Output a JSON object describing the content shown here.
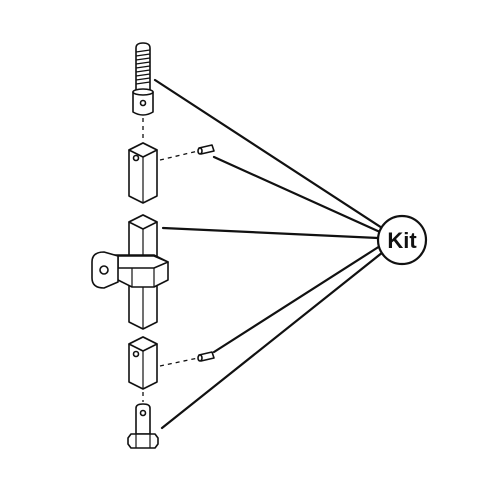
{
  "kit_label": "Kit",
  "colors": {
    "stroke": "#111111",
    "fill": "#ffffff",
    "background": "#ffffff"
  },
  "parts": [
    "threaded-stud",
    "upper-tube",
    "upper-pin",
    "clamp-tube",
    "clamp-bracket",
    "lower-tube",
    "lower-pin",
    "bottom-bolt"
  ]
}
